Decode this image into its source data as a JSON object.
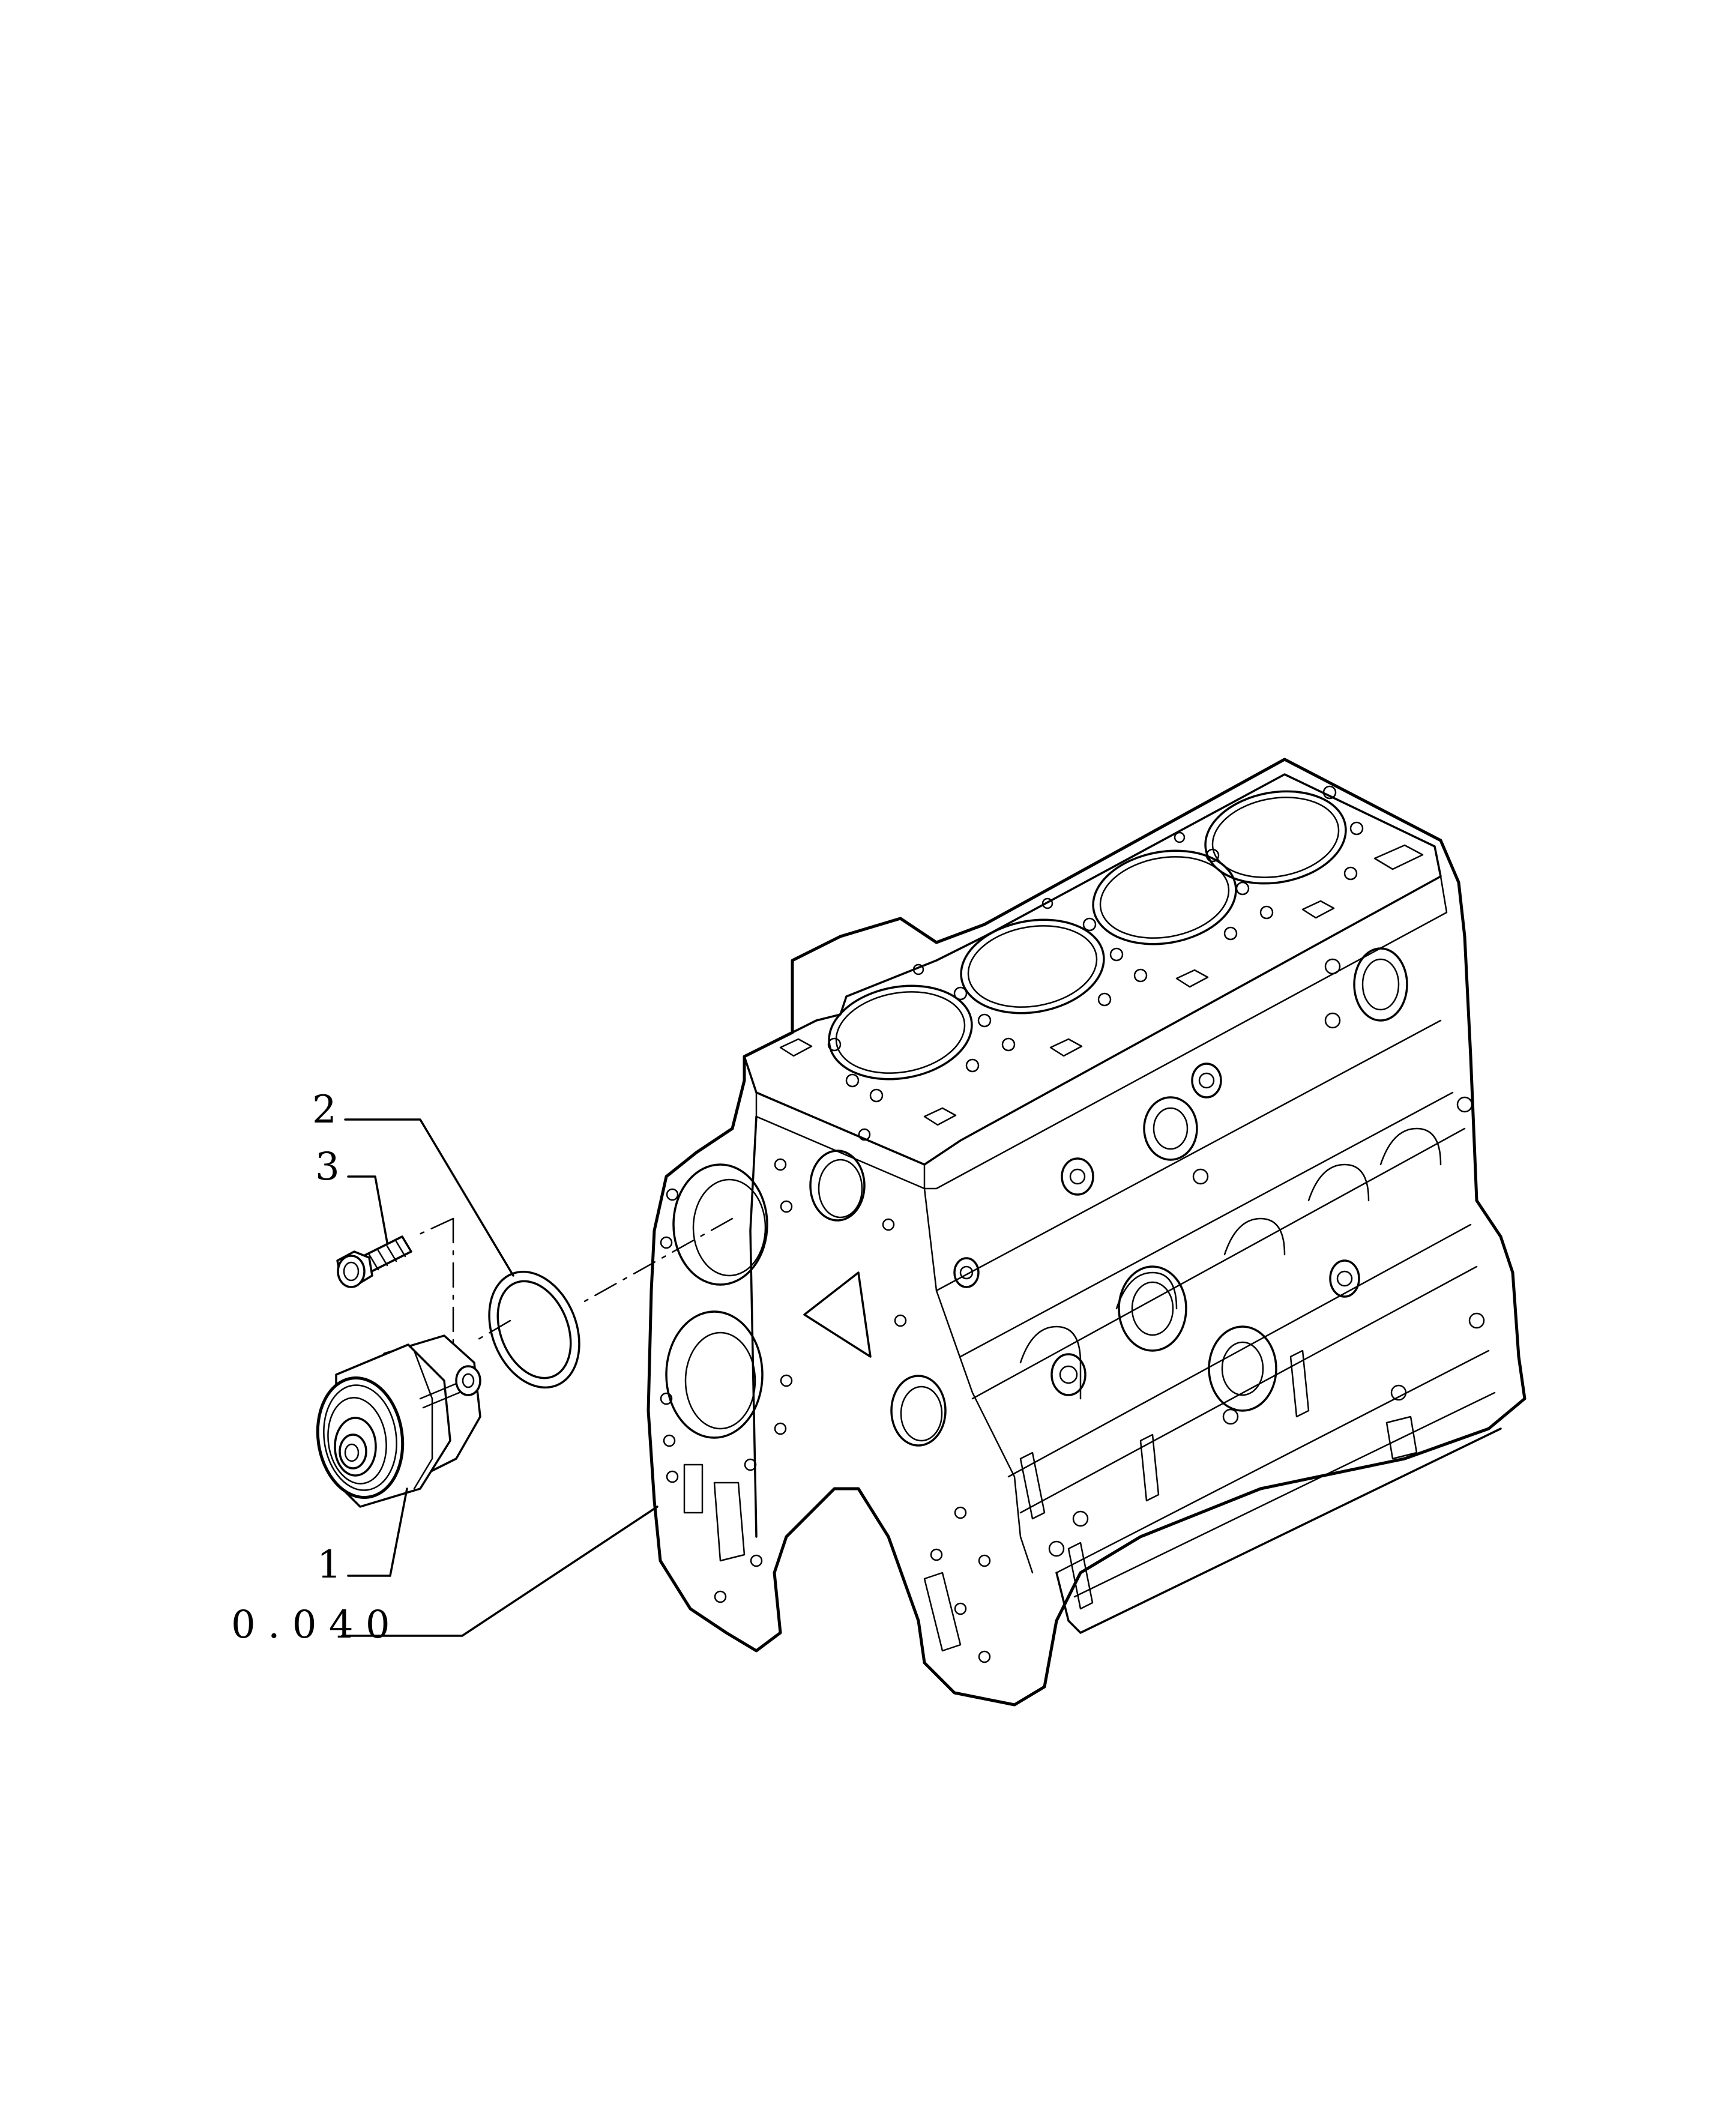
{
  "diagram": {
    "callouts": [
      {
        "id": "1",
        "label": "1"
      },
      {
        "id": "2",
        "label": "2"
      },
      {
        "id": "3",
        "label": "3"
      }
    ],
    "reference": {
      "label": "0 . 0 4 0"
    }
  },
  "colors": {
    "line": "#000000",
    "background": "#ffffff"
  },
  "icons": [
    "engine-block-icon",
    "water-pump-icon",
    "o-ring-icon",
    "bolt-icon"
  ]
}
